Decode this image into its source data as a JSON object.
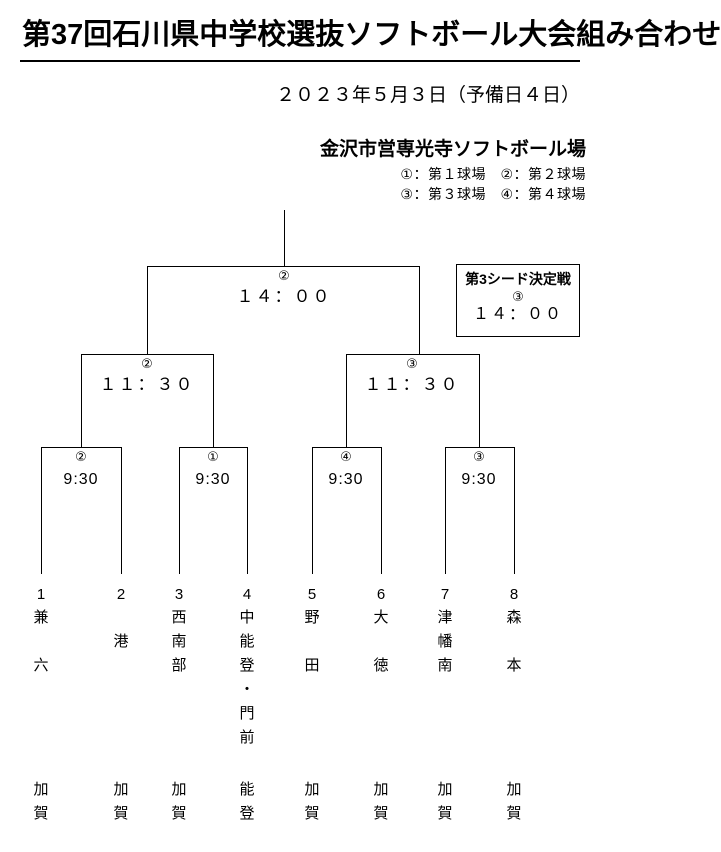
{
  "header": {
    "title": "第37回石川県中学校選抜ソフトボール大会組み合わせ",
    "date": "２０２３年５月３日（予備日４日）"
  },
  "venue": {
    "name": "金沢市営専光寺ソフトボール場",
    "field_legend_line1": "①：第１球場　②：第２球場",
    "field_legend_line2": "③：第３球場　④：第４球場"
  },
  "seed_box": {
    "title": "第3シード決定戦",
    "field": "③",
    "time": "１４：００"
  },
  "bracket": {
    "final": {
      "field": "②",
      "time": "１４：００"
    },
    "semifinals": [
      {
        "field": "②",
        "time": "１１：３０"
      },
      {
        "field": "③",
        "time": "１１：３０"
      }
    ],
    "quarterfinals": [
      {
        "field": "②",
        "time": "9:30"
      },
      {
        "field": "①",
        "time": "9:30"
      },
      {
        "field": "④",
        "time": "9:30"
      },
      {
        "field": "③",
        "time": "9:30"
      }
    ]
  },
  "teams": [
    {
      "no": "1",
      "name": [
        "兼",
        "",
        "六"
      ],
      "region": [
        "加",
        "賀"
      ]
    },
    {
      "no": "2",
      "name": [
        "",
        "港",
        ""
      ],
      "region": [
        "加",
        "賀"
      ]
    },
    {
      "no": "3",
      "name": [
        "西",
        "南",
        "部"
      ],
      "region": [
        "加",
        "賀"
      ]
    },
    {
      "no": "4",
      "name": [
        "中",
        "能",
        "登",
        "・",
        "門",
        "前"
      ],
      "region": [
        "能",
        "登"
      ]
    },
    {
      "no": "5",
      "name": [
        "野",
        "",
        "田"
      ],
      "region": [
        "加",
        "賀"
      ]
    },
    {
      "no": "6",
      "name": [
        "大",
        "",
        "徳"
      ],
      "region": [
        "加",
        "賀"
      ]
    },
    {
      "no": "7",
      "name": [
        "津",
        "幡",
        "南"
      ],
      "region": [
        "加",
        "賀"
      ]
    },
    {
      "no": "8",
      "name": [
        "森",
        "",
        "本"
      ],
      "region": [
        "加",
        "賀"
      ]
    }
  ]
}
